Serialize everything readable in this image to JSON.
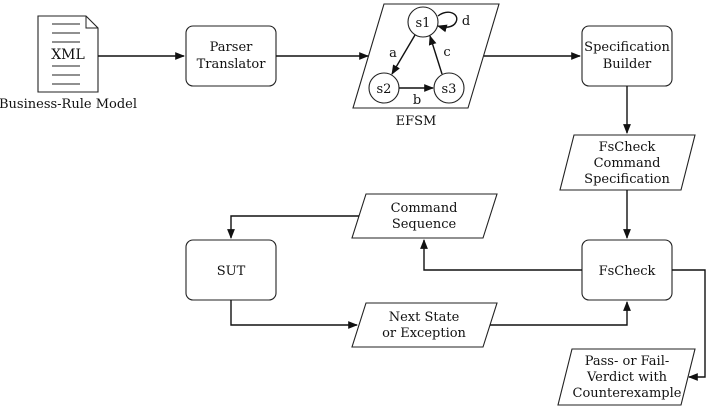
{
  "document": {
    "doc_label": "XML",
    "doc_caption": "Business-Rule Model"
  },
  "parser": {
    "line1": "Parser",
    "line2": "Translator"
  },
  "efsm": {
    "caption": "EFSM",
    "states": {
      "s1": "s1",
      "s2": "s2",
      "s3": "s3"
    },
    "transitions": {
      "a": "a",
      "b": "b",
      "c": "c",
      "d": "d"
    }
  },
  "spec_builder": {
    "line1": "Specification",
    "line2": "Builder"
  },
  "command_spec": {
    "line1": "FsCheck",
    "line2": "Command",
    "line3": "Specification"
  },
  "fscheck": {
    "label": "FsCheck"
  },
  "command_sequence": {
    "line1": "Command",
    "line2": "Sequence"
  },
  "sut": {
    "label": "SUT"
  },
  "next_state": {
    "line1": "Next State",
    "line2": "or Exception"
  },
  "verdict": {
    "line1": "Pass- or Fail-",
    "line2": "Verdict with",
    "line3": "Counterexample"
  },
  "colors": {
    "stroke": "#222222",
    "fill": "#ffffff"
  }
}
